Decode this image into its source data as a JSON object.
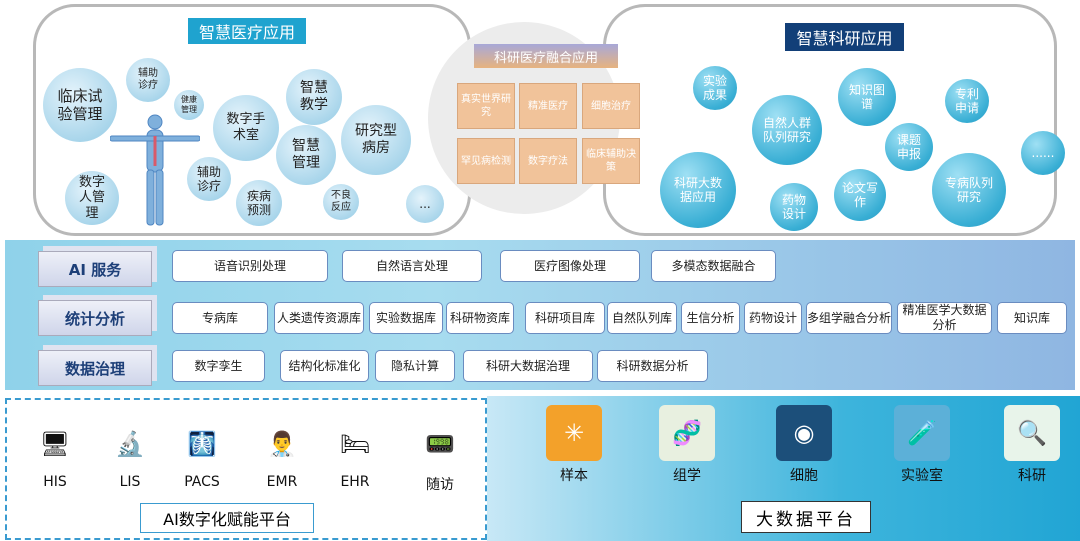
{
  "medical": {
    "title": "智慧医疗应用",
    "bubbles": [
      "临床试验管理",
      "辅助诊疗",
      "健康管理",
      "数字手术室",
      "智慧教学",
      "智慧管理",
      "研究型病房",
      "数字人管理",
      "辅助诊疗",
      "疾病预测",
      "不良反应",
      "..."
    ]
  },
  "fusion": {
    "title": "科研医疗融合应用",
    "cells": [
      "真实世界研究",
      "精准医疗",
      "细胞治疗",
      "罕见病检测",
      "数字疗法",
      "临床辅助决策"
    ]
  },
  "research": {
    "title": "智慧科研应用",
    "bubbles": [
      "实验成果",
      "自然人群队列研究",
      "知识图谱",
      "专利申请",
      "课题申报",
      "......",
      "科研大数据应用",
      "药物设计",
      "论文写作",
      "专病队列研究"
    ]
  },
  "layers": {
    "ai": {
      "label": "AI 服务",
      "items": [
        "语音识别处理",
        "自然语言处理",
        "医疗图像处理",
        "多模态数据融合"
      ]
    },
    "stats": {
      "label": "统计分析",
      "items": [
        "专病库",
        "人类遗传资源库",
        "实验数据库",
        "科研物资库",
        "科研项目库",
        "自然队列库",
        "生信分析",
        "药物设计",
        "多组学融合分析",
        "精准医学大数据分析",
        "知识库"
      ]
    },
    "gov": {
      "label": "数据治理",
      "items": [
        "数字孪生",
        "结构化标准化",
        "隐私计算",
        "科研大数据治理",
        "科研数据分析"
      ]
    }
  },
  "ai_platform": {
    "title": "AI数字化赋能平台",
    "systems": [
      "HIS",
      "LIS",
      "PACS",
      "EMR",
      "EHR",
      "随访"
    ]
  },
  "bigdata": {
    "title": "大数据平台",
    "items": [
      "样本",
      "组学",
      "细胞",
      "实验室",
      "科研"
    ]
  }
}
